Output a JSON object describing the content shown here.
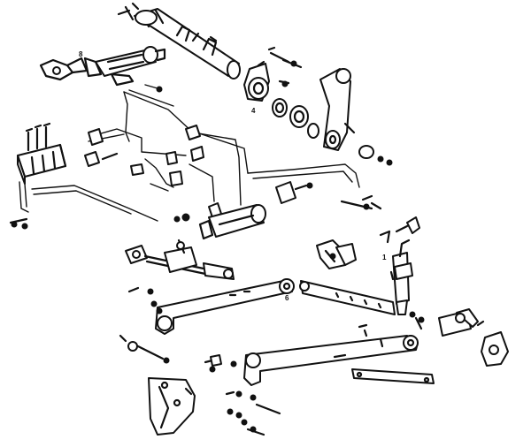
{
  "diagram": {
    "callouts": {
      "pump_yoke": "8",
      "lift_arm": "4",
      "lower_link_left": "6",
      "center_stabilizer": "1"
    },
    "colors": {
      "ink": "#111111",
      "paper": "#ffffff"
    }
  }
}
